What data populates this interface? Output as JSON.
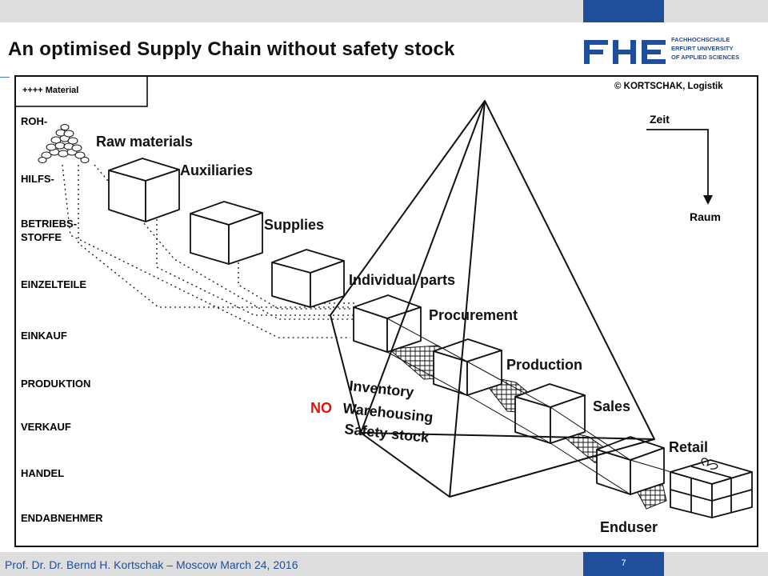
{
  "slide": {
    "title": "An optimised Supply Chain without safety stock",
    "footer": "Prof. Dr. Dr. Bernd H. Kortschak – Moscow March 24, 2016",
    "page_number": "7"
  },
  "logo": {
    "letters": "FHE",
    "line1": "FACHHOCHSCHULE",
    "line2": "ERFURT UNIVERSITY",
    "line3": "OF APPLIED SCIENCES",
    "brand_color": "#1f4e9b"
  },
  "diagram": {
    "legend": "++++ Material",
    "copyright": "© KORTSCHAK, Logistik",
    "axis_time": "Zeit",
    "axis_space": "Raum",
    "left_labels": [
      "ROH-",
      "HILFS-",
      "BETRIEBS-",
      "STOFFE",
      "EINZELTEILE",
      "EINKAUF",
      "PRODUKTION",
      "VERKAUF",
      "HANDEL",
      "ENDABNEHMER"
    ],
    "stage_labels": [
      "Raw materials",
      "Auxiliaries",
      "Supplies",
      "Individual parts",
      "Procurement",
      "Production",
      "Sales",
      "Retail",
      "Enduser"
    ],
    "no_label": "NO",
    "no_color": "#e3120b",
    "inventory_lines": [
      "Inventory",
      "Warehousing",
      "Safety stock"
    ]
  }
}
